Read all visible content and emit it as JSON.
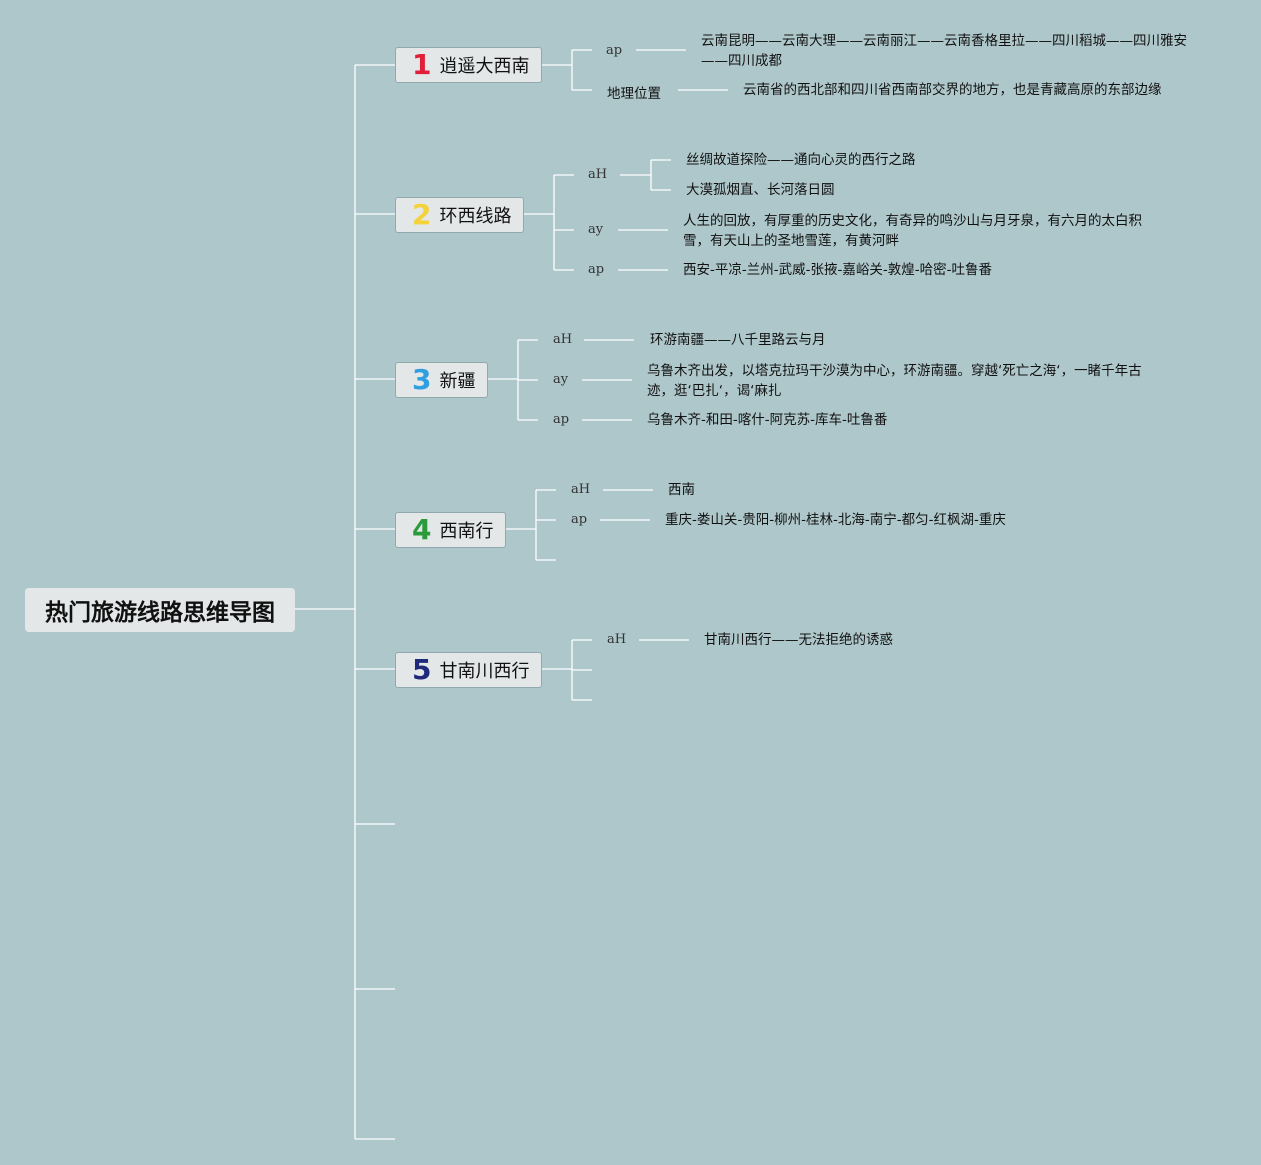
{
  "title": "热门旅游线路思维导图",
  "branches": [
    {
      "num": "1",
      "num_color": "#e0203a",
      "label": "逍遥大西南",
      "children": [
        {
          "label": "ap",
          "text": "云南昆明——云南大理——云南丽江——云南香格里拉——四川稻城——四川雅安——四川成都"
        },
        {
          "label": "地理位置",
          "text": "云南省的西北部和四川省西南部交界的地方，也是青藏高原的东部边缘"
        }
      ]
    },
    {
      "num": "2",
      "num_color": "#f3d23a",
      "label": "环西线路",
      "children": [
        {
          "label": "aH",
          "items": [
            "丝绸故道探险——通向心灵的西行之路",
            "大漠孤烟直、长河落日圆"
          ]
        },
        {
          "label": "ay",
          "text": "人生的回放，有厚重的历史文化，有奇异的鸣沙山与月牙泉，有六月的太白积雪，有天山上的圣地雪莲，有黄河畔"
        },
        {
          "label": "ap",
          "text": "西安-平凉-兰州-武威-张掖-嘉峪关-敦煌-哈密-吐鲁番"
        }
      ]
    },
    {
      "num": "3",
      "num_color": "#2f9fe0",
      "label": "新疆",
      "children": [
        {
          "label": "aH",
          "text": "环游南疆——八千里路云与月"
        },
        {
          "label": "ay",
          "text": "乌鲁木齐出发，以塔克拉玛干沙漠为中心，环游南疆。穿越‘死亡之海‘，一睹千年古迹，逛‘巴扎‘，谒‘麻扎"
        },
        {
          "label": "ap",
          "text": "乌鲁木齐-和田-喀什-阿克苏-库车-吐鲁番"
        }
      ]
    },
    {
      "num": "4",
      "num_color": "#2a9a3a",
      "label": "西南行",
      "children": [
        {
          "label": "aH",
          "text": "西南"
        },
        {
          "label": "ap",
          "text": "重庆-娄山关-贵阳-柳州-桂林-北海-南宁-都匀-红枫湖-重庆"
        }
      ]
    },
    {
      "num": "5",
      "num_color": "#1f2a7a",
      "label": "甘南川西行",
      "children": [
        {
          "label": "aH",
          "text": "甘南川西行——无法拒绝的诱惑"
        }
      ]
    }
  ],
  "colors": {
    "background": "#aec7cb",
    "line": "#ffffff",
    "node_fill": "#e4e7e8"
  }
}
